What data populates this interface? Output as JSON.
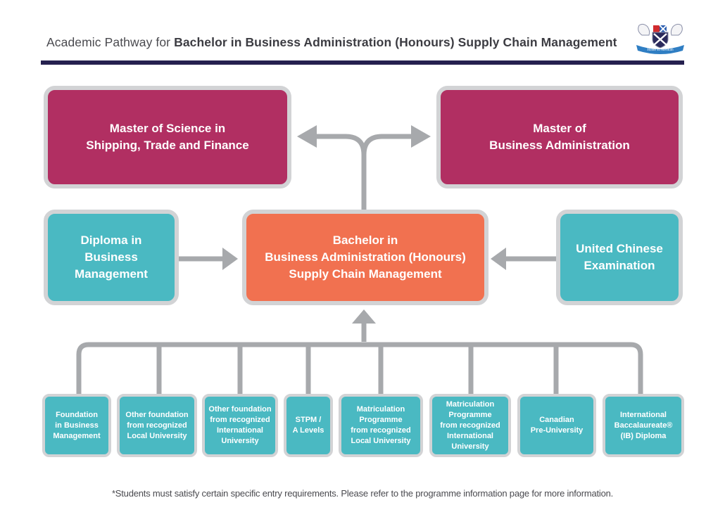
{
  "header": {
    "title_prefix": "Academic Pathway for ",
    "title_bold": "Bachelor in Business Administration (Honours) Supply Chain Management",
    "logo_icon": "university-crest-logo",
    "logo_motto": "Honor Et Meritum"
  },
  "colors": {
    "header_bar": "#25204f",
    "postgraduate": "#b12f62",
    "entry": "#4ab9c2",
    "programme": "#f17150",
    "connector": "#a7a9ac",
    "box_border": "#d2d3d5"
  },
  "postgraduate": [
    {
      "lines": [
        "Master of Science in",
        "Shipping, Trade and Finance"
      ]
    },
    {
      "lines": [
        "Master of",
        "Business Administration"
      ]
    }
  ],
  "programme": {
    "lines": [
      "Bachelor in",
      "Business Administration (Honours)",
      "Supply Chain Management"
    ]
  },
  "side_entries": [
    {
      "lines": [
        "Diploma in",
        "Business",
        "Management"
      ]
    },
    {
      "lines": [
        "United Chinese",
        "Examination"
      ]
    }
  ],
  "entry_routes": [
    {
      "lines": [
        "Foundation",
        "in Business",
        "Management"
      ]
    },
    {
      "lines": [
        "Other foundation",
        "from recognized",
        "Local University"
      ]
    },
    {
      "lines": [
        "Other foundation",
        "from recognized",
        "International",
        "University"
      ]
    },
    {
      "lines": [
        "STPM /",
        "A Levels"
      ]
    },
    {
      "lines": [
        "Matriculation",
        "Programme",
        "from recognized",
        "Local University"
      ]
    },
    {
      "lines": [
        "Matriculation",
        "Programme",
        "from recognized",
        "International",
        "University"
      ]
    },
    {
      "lines": [
        "Canadian",
        "Pre-University"
      ]
    },
    {
      "lines": [
        "International",
        "Baccalaureate®",
        "(IB) Diploma"
      ]
    }
  ],
  "footnote": "*Students must satisfy certain specific entry requirements. Please refer to the programme information page for more information."
}
